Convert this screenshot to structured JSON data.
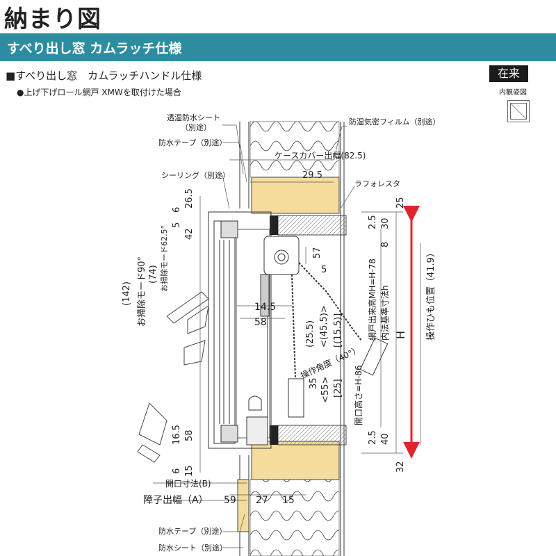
{
  "header": {
    "title": "納まり図",
    "banner": "すべり出し窓 カムラッチ仕様",
    "heading": "■すべり出し窓　カムラッチハンドル仕様",
    "subheading": "●上げ下げロール網戸 XMWを取付けた場合",
    "badge": "在来",
    "badge_sub": "内観姿図"
  },
  "labels": {
    "sheet": "透湿防水シート",
    "sheet2": "（別途）",
    "tape_top": "防水テープ（別途）",
    "sealing": "シーリング（別途）",
    "film": "防湿気密フィルム（別途）",
    "case_cover": "ケースカバー出幅(82.5)",
    "dim_295": "29.5",
    "lath": "ラフォレスタ",
    "opening_b": "開口寸法(B)",
    "shoji_a": "障子出幅（A）",
    "tape_bottom": "防水テープ（別途）",
    "sheet_bottom": "防水シート（別途）"
  },
  "dims": {
    "d265": "26.5",
    "d6a": "6",
    "d5": "5",
    "d42": "42",
    "d142": "(142)",
    "mode90": "お掃除モード90°",
    "d74": "(74)",
    "mode625": "お掃除モード62.5°",
    "d145": "14.5",
    "d58a": "58",
    "d57": "57",
    "d5b": "5",
    "d255": "(25.5)",
    "d455": "<(45.5)>",
    "d155": "[(15.5)]",
    "angle": "操作角度（40°）",
    "d35": "35",
    "d55": "<55>",
    "d25b": "[25]",
    "d58b": "58",
    "d165": "16.5",
    "d6b": "6",
    "d15": "15",
    "d59": "59",
    "d27": "27",
    "d15b": "15",
    "r25": "2.5",
    "r30": "30",
    "r8": "8",
    "r25top": "25",
    "r25c": "2.5",
    "r40": "40",
    "r32": "32",
    "net_height": "網戸出来高MH=H-78",
    "inner_std": "内法基準寸法h",
    "H": "H",
    "cord_pos": "操作ひも位置（41.9）",
    "open_height": "開口高さ=H-86"
  },
  "colors": {
    "banner": "#2e8ca0",
    "insulation": "#f5dc9c",
    "arrow": "#e0262d",
    "frame": "#4a4a4a"
  }
}
